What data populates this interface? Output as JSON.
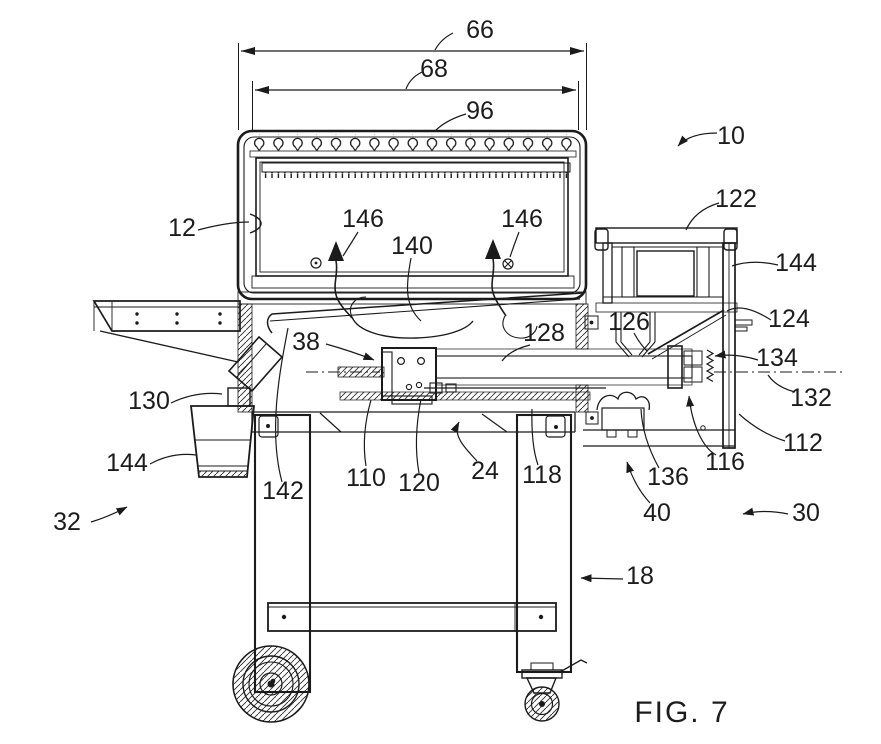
{
  "figure": {
    "caption": "FIG. 7",
    "kind": "patent line drawing",
    "colors": {
      "ink": "#1b1b1b",
      "paper": "#ffffff"
    }
  },
  "reference_labels": [
    {
      "text": "66"
    },
    {
      "text": "68"
    },
    {
      "text": "96"
    },
    {
      "text": "10"
    },
    {
      "text": "12"
    },
    {
      "text": "146"
    },
    {
      "text": "140"
    },
    {
      "text": "146"
    },
    {
      "text": "122"
    },
    {
      "text": "144"
    },
    {
      "text": "124"
    },
    {
      "text": "126"
    },
    {
      "text": "134"
    },
    {
      "text": "132"
    },
    {
      "text": "112"
    },
    {
      "text": "116"
    },
    {
      "text": "136"
    },
    {
      "text": "40"
    },
    {
      "text": "38"
    },
    {
      "text": "128"
    },
    {
      "text": "130"
    },
    {
      "text": "144"
    },
    {
      "text": "142"
    },
    {
      "text": "32"
    },
    {
      "text": "110"
    },
    {
      "text": "120"
    },
    {
      "text": "24"
    },
    {
      "text": "118"
    },
    {
      "text": "18"
    },
    {
      "text": "30"
    }
  ]
}
